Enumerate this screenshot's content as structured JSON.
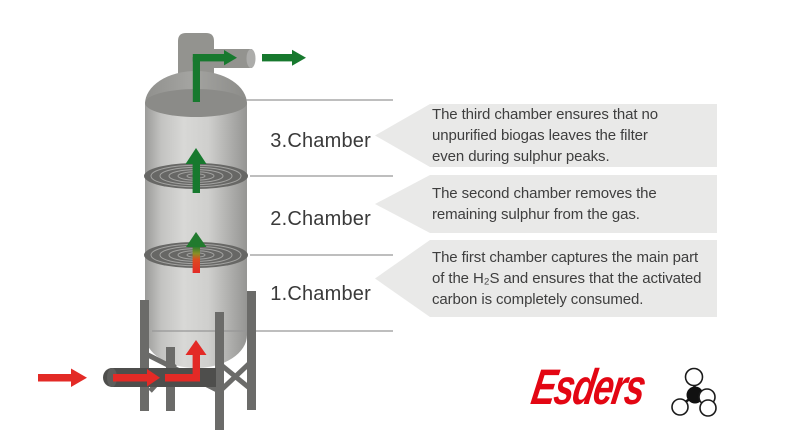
{
  "chambers": [
    {
      "label": "3.Chamber",
      "description": "The third chamber ensures that no\nunpurified biogas leaves the filter\neven during sulphur peaks."
    },
    {
      "label": "2.Chamber",
      "description": "The second chamber removes the\nremaining sulphur from the gas."
    },
    {
      "label": "1.Chamber",
      "description": "The first chamber captures the main part\nof the H₂S and ensures that the activated\ncarbon is completely consumed."
    }
  ],
  "logo": {
    "brand": "Esders",
    "brand_color": "#e30613"
  },
  "colors": {
    "raw_gas_red": "#e32a26",
    "clean_gas_green": "#17792e",
    "tank_light_gray": "#d7d7d5",
    "tank_dark_gray": "#93938f",
    "stand_gray": "#6b6b69",
    "bubble_gray": "#e9e9e8",
    "leader_line_gray": "#969696"
  }
}
